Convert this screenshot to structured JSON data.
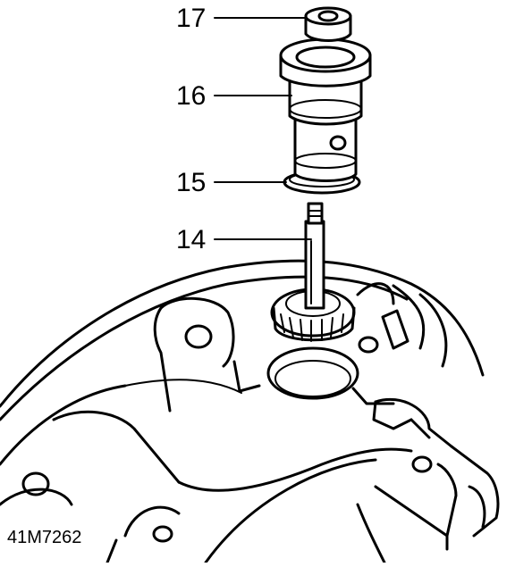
{
  "callouts": [
    {
      "id": "17",
      "label": "17"
    },
    {
      "id": "16",
      "label": "16"
    },
    {
      "id": "15",
      "label": "15"
    },
    {
      "id": "14",
      "label": "14"
    }
  ],
  "reference": "41M7262"
}
